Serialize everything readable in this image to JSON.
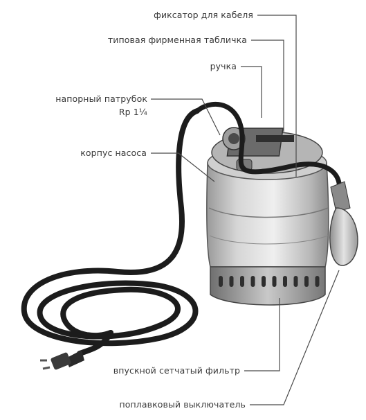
{
  "labels": {
    "cable_clamp": "фиксатор для кабеля",
    "nameplate": "типовая фирменная табличка",
    "handle": "ручка",
    "discharge_port_line1": "напорный патрубок",
    "discharge_port_line2": "Rp 1¼",
    "pump_housing": "корпус насоса",
    "inlet_strainer": "впускной сетчатый фильтр",
    "float_switch": "поплавковый выключатель"
  },
  "colors": {
    "line": "#4a4a4a",
    "text": "#3a3a3a",
    "cable": "#1c1c1c",
    "body_light": "#e8e8e8",
    "body_mid": "#bdbdbd",
    "body_dark": "#8a8a8a"
  }
}
